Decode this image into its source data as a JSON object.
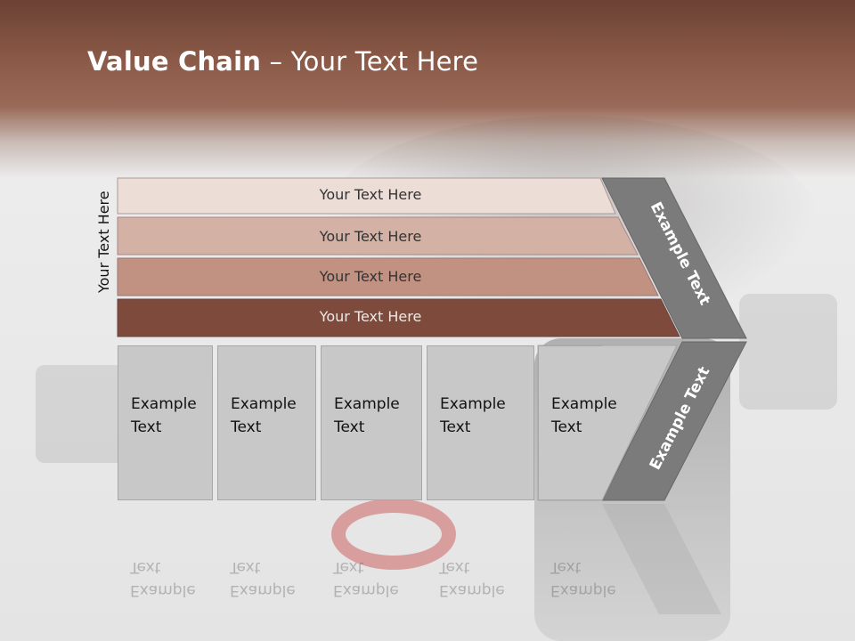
{
  "slide": {
    "title_bold": "Value Chain",
    "title_rest": " – Your Text Here",
    "side_label": "Your Text Here"
  },
  "bands": [
    {
      "label": "Your Text Here",
      "color": "#ecddd7"
    },
    {
      "label": "Your Text Here",
      "color": "#d3b1a5"
    },
    {
      "label": "Your Text Here",
      "color": "#c19181"
    },
    {
      "label": "Your Text Here",
      "color": "#7d4a3c"
    }
  ],
  "boxes": [
    {
      "label": "Example\nText"
    },
    {
      "label": "Example\nText"
    },
    {
      "label": "Example\nText"
    },
    {
      "label": "Example\nText"
    },
    {
      "label": "Example\nText"
    }
  ],
  "chevron": {
    "upper_label": "Example Text",
    "lower_label": "Example Text",
    "color": "#7b7b7b"
  }
}
